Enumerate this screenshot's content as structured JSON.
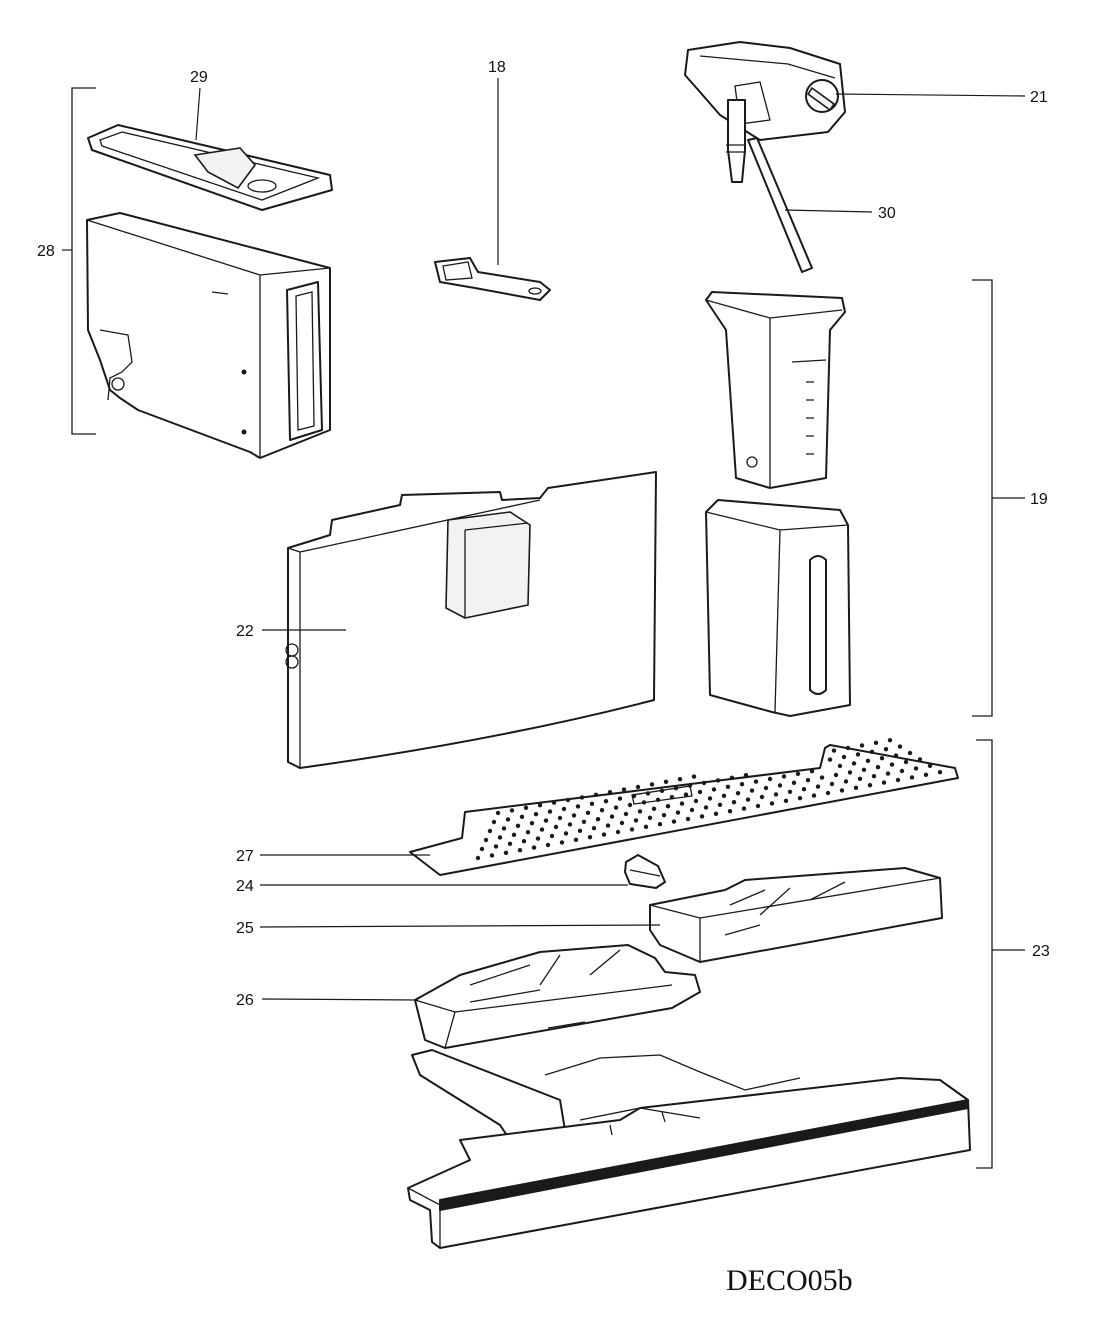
{
  "callouts": {
    "c18": "18",
    "c19": "19",
    "c21": "21",
    "c22": "22",
    "c23": "23",
    "c24": "24",
    "c25": "25",
    "c26": "26",
    "c27": "27",
    "c28": "28",
    "c29": "29",
    "c30": "30"
  },
  "diagram_code": "DECO05b"
}
